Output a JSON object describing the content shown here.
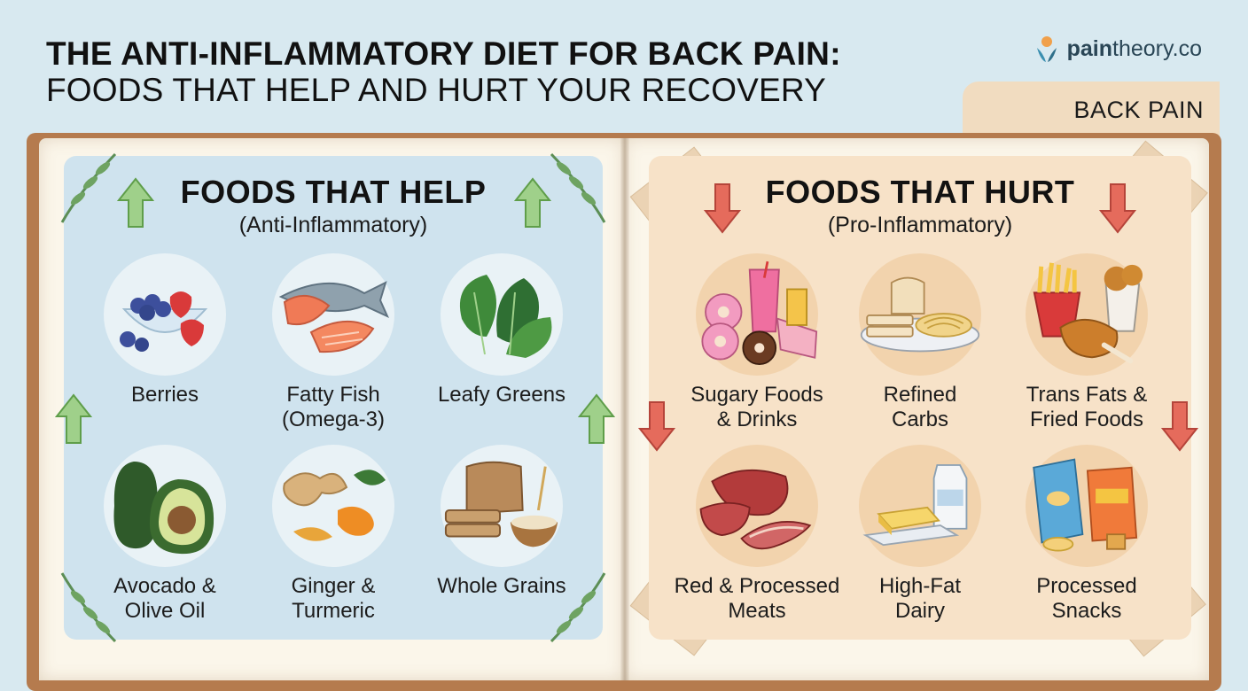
{
  "header": {
    "title_line1": "THE ANTI-INFLAMMATORY DIET FOR BACK PAIN:",
    "title_line2": "FOODS THAT HELP AND HURT YOUR RECOVERY",
    "brand_bold": "pain",
    "brand_rest": "theory.co",
    "tag": "BACK PAIN"
  },
  "help": {
    "heading": "FOODS THAT HELP",
    "subheading": "(Anti-Inflammatory)",
    "items": [
      {
        "label": "Berries",
        "icon": "berries-icon"
      },
      {
        "label": "Fatty Fish\n(Omega-3)",
        "icon": "fish-icon"
      },
      {
        "label": "Leafy Greens",
        "icon": "leafy-greens-icon"
      },
      {
        "label": "Avocado &\nOlive Oil",
        "icon": "avocado-icon"
      },
      {
        "label": "Ginger &\nTurmeric",
        "icon": "ginger-icon"
      },
      {
        "label": "Whole Grains",
        "icon": "whole-grains-icon"
      }
    ],
    "accent": "#7fbf6a"
  },
  "hurt": {
    "heading": "FOODS THAT HURT",
    "subheading": "(Pro-Inflammatory)",
    "items": [
      {
        "label": "Sugary Foods\n& Drinks",
        "icon": "sugary-foods-icon"
      },
      {
        "label": "Refined\nCarbs",
        "icon": "refined-carbs-icon"
      },
      {
        "label": "Trans Fats &\nFried Foods",
        "icon": "fried-foods-icon"
      },
      {
        "label": "Red & Processed\nMeats",
        "icon": "meat-icon"
      },
      {
        "label": "High-Fat\nDairy",
        "icon": "dairy-icon"
      },
      {
        "label": "Processed\nSnacks",
        "icon": "snacks-icon"
      }
    ],
    "accent": "#e0584a"
  }
}
